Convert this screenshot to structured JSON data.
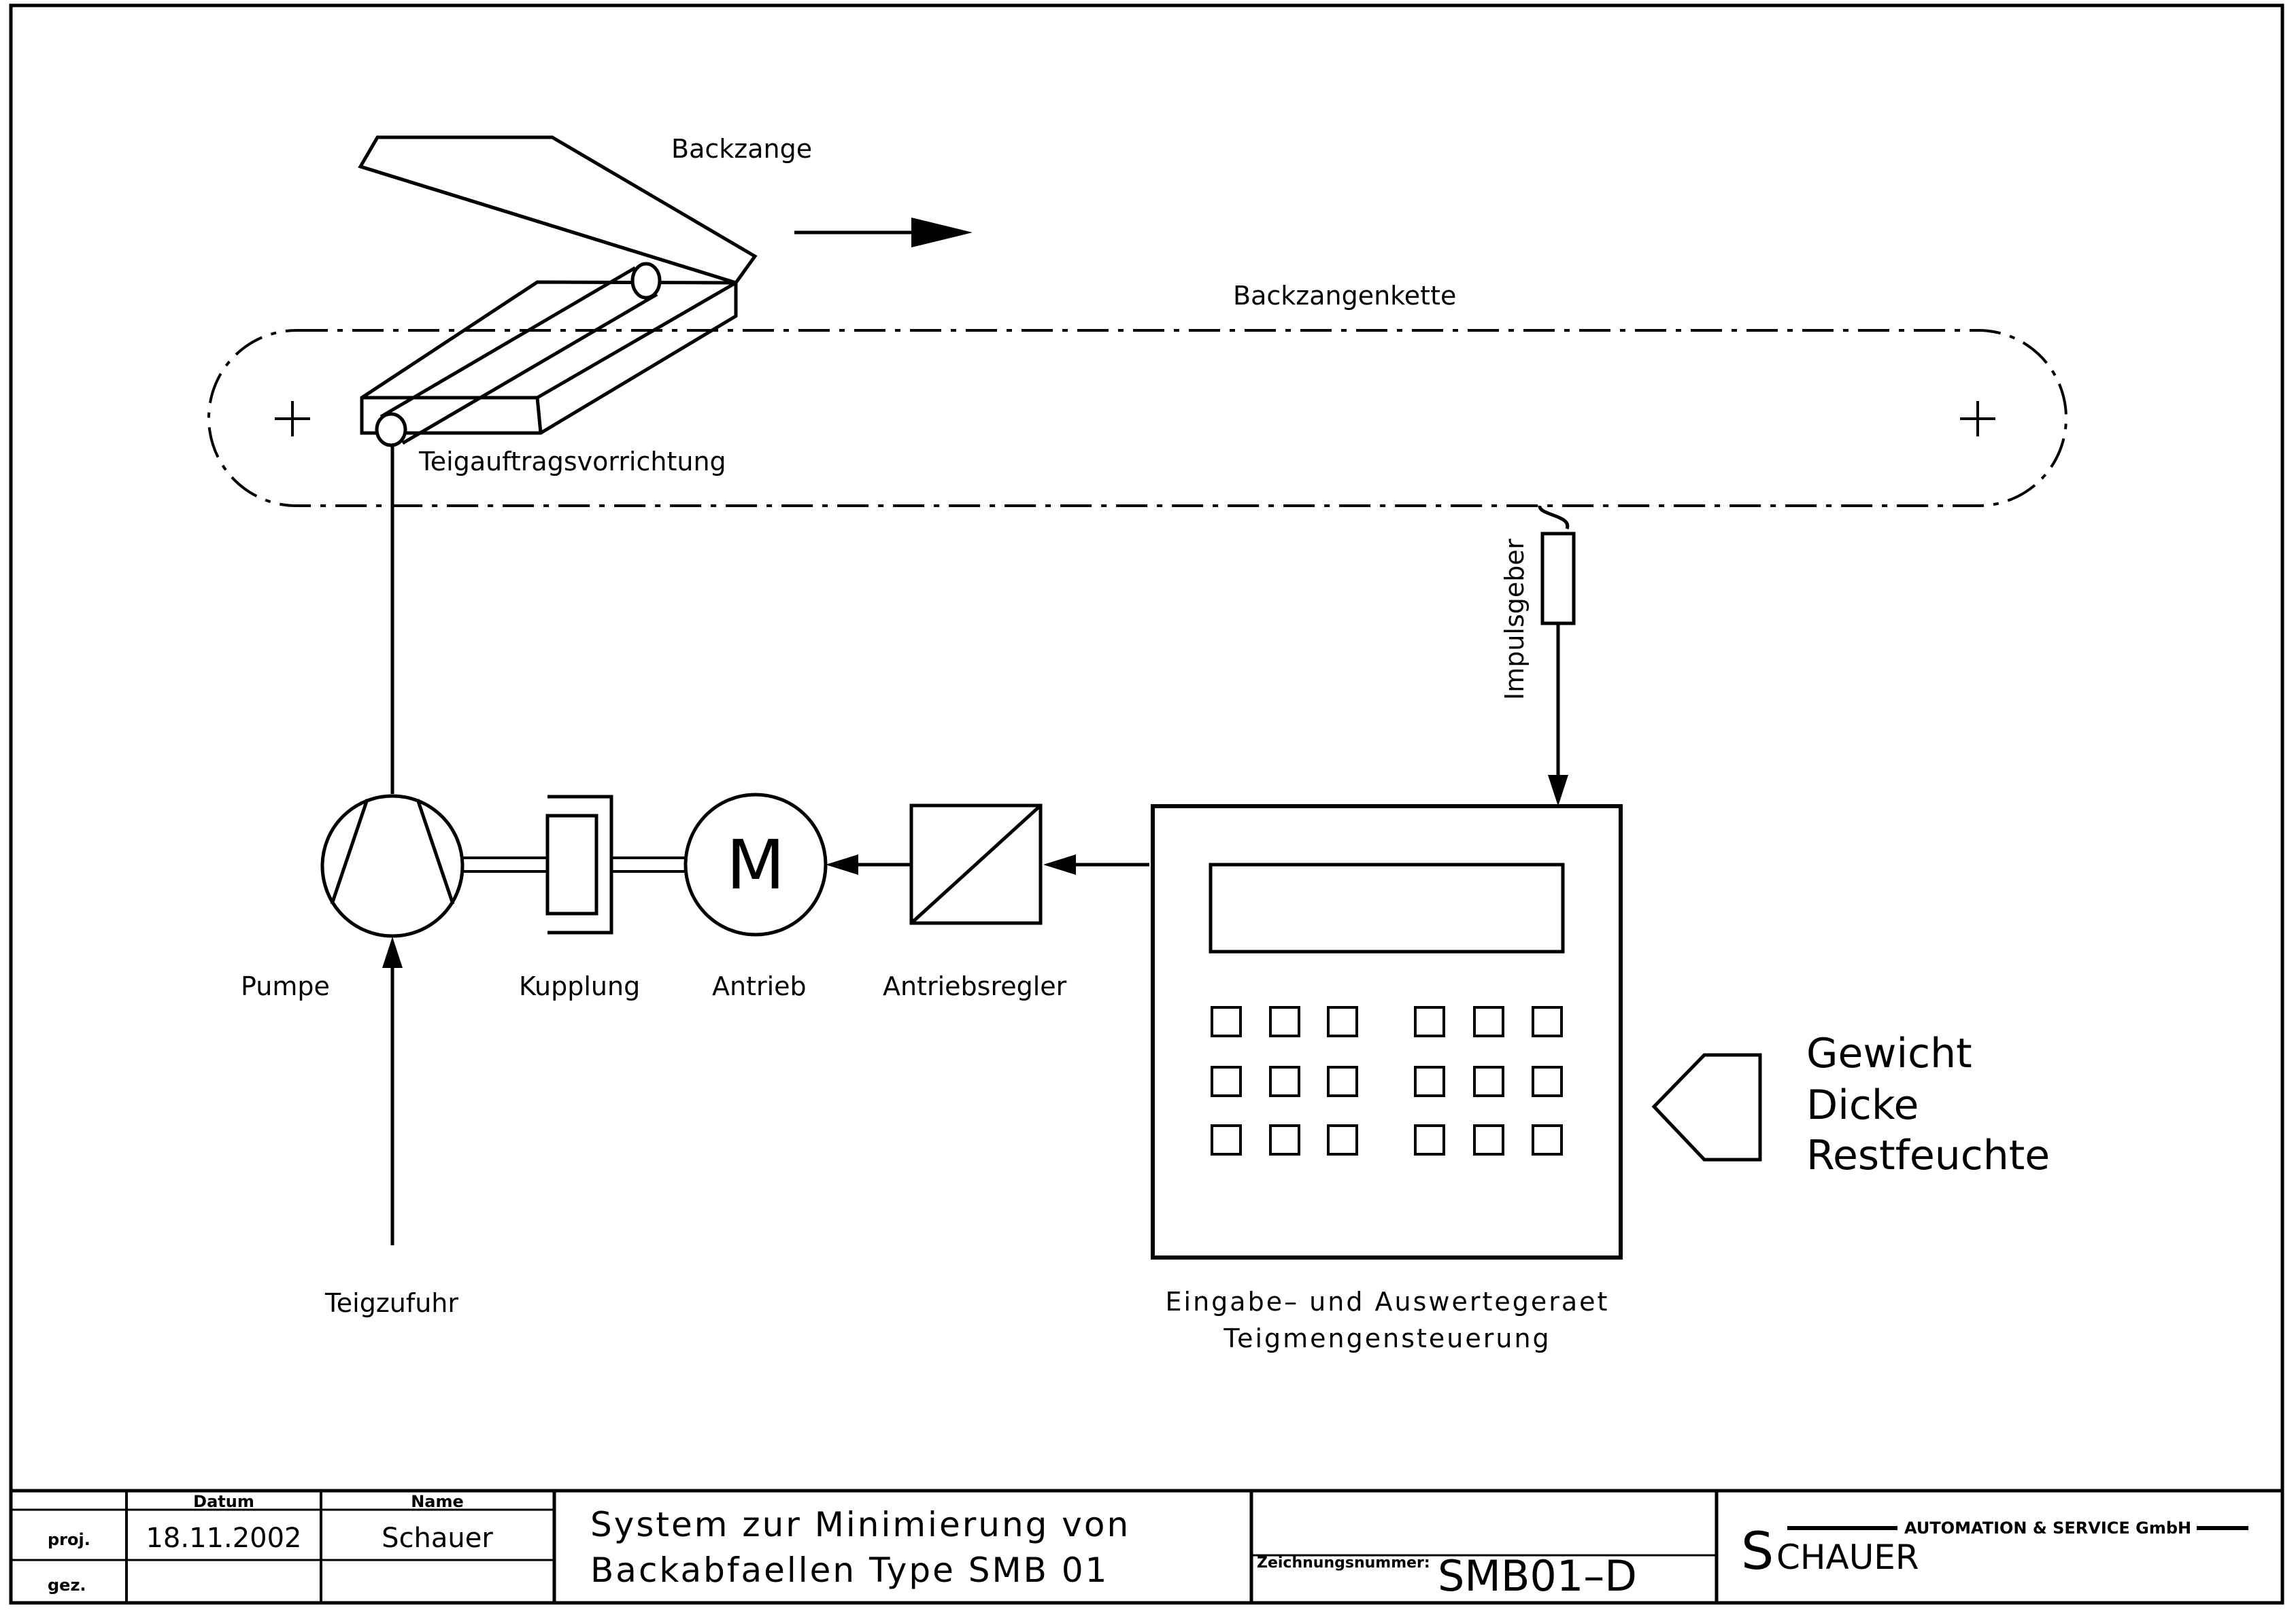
{
  "diagram": {
    "labels": {
      "backzange": "Backzange",
      "backzangenkette": "Backzangenkette",
      "teigauftragsvorrichtung": "Teigauftragsvorrichtung",
      "impulsgeber": "Impulsgeber",
      "pumpe": "Pumpe",
      "kupplung": "Kupplung",
      "antrieb": "Antrieb",
      "antriebsregler": "Antriebsregler",
      "teigzufuhr": "Teigzufuhr",
      "device_line1": "Eingabe– und Auswertegeraet",
      "device_line2": "Teigmengensteuerung",
      "motor_symbol": "M",
      "input_1": "Gewicht",
      "input_2": "Dicke",
      "input_3": "Restfeuchte"
    }
  },
  "title_block": {
    "col_datum": "Datum",
    "col_name": "Name",
    "row_proj": "proj.",
    "row_gez": "gez.",
    "proj_datum": "18.11.2002",
    "proj_name": "Schauer",
    "title_line1": "System zur Minimierung von",
    "title_line2": "Backabfaellen Type SMB 01",
    "drawing_number_label": "Zeichnungsnummer:",
    "drawing_number": "SMB01–D",
    "company_initial": "S",
    "company_name_rest": "CHAUER",
    "company_tagline": "AUTOMATION & SERVICE GmbH"
  }
}
